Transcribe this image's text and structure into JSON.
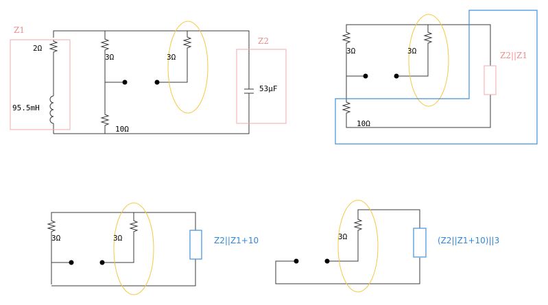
{
  "colors": {
    "wire": "#3a3a3a",
    "highlight_ellipse": "#f5c842",
    "impedance_box_pink": "#f4a9a9",
    "impedance_box_blue": "#3d8fe0",
    "label_pink": "#f08b8b",
    "label_blue": "#2f86dd"
  },
  "circuit1": {
    "z1_label": "Z1",
    "z2_label": "Z2",
    "r_2": "2Ω",
    "l_95": "95.5mH",
    "r_3a": "3Ω",
    "r_3b": "3Ω",
    "r_10": "10Ω",
    "c_53": "53μF"
  },
  "circuit2": {
    "r_3a": "3Ω",
    "r_3b": "3Ω",
    "r_10": "10Ω",
    "z_label": "Z2||Z1"
  },
  "circuit3": {
    "r_3a": "3Ω",
    "r_3b": "3Ω",
    "z_label": "Z2||Z1+10"
  },
  "circuit4": {
    "r_3": "3Ω",
    "z_label": "(Z2||Z1+10)||3"
  }
}
